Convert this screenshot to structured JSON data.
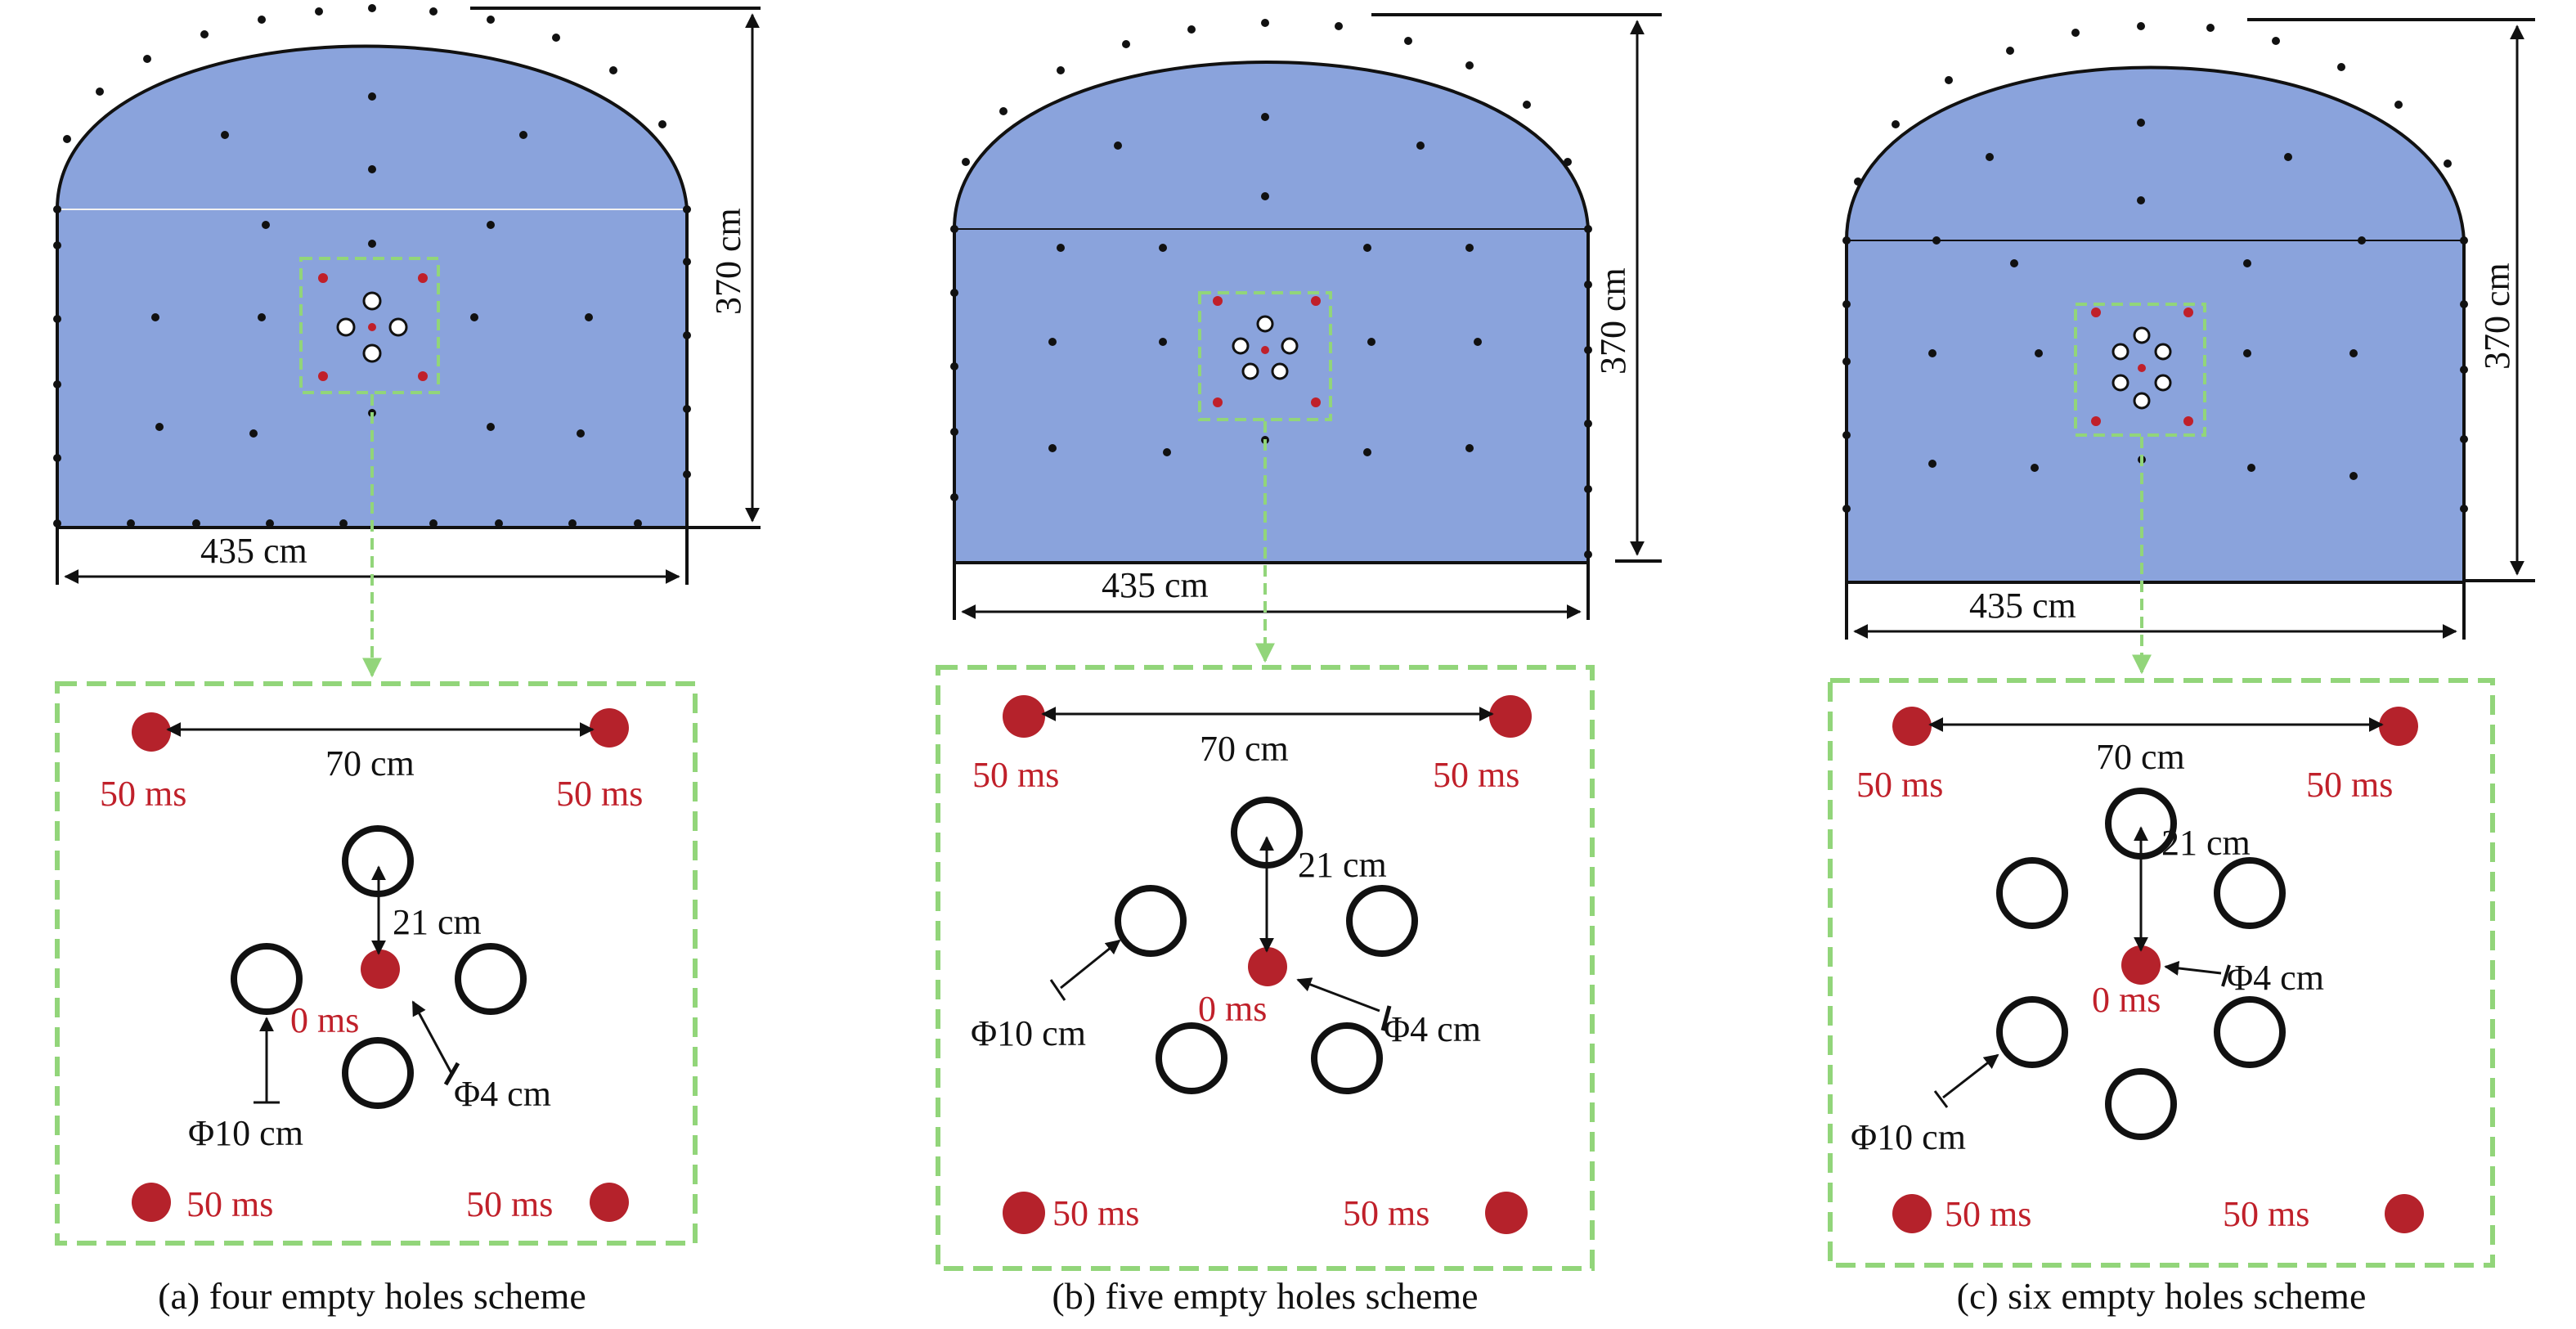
{
  "colors": {
    "tunnel_fill": "#8aa3dc",
    "outline": "#111111",
    "hole_dot": "#111111",
    "charged_hole": "#b5222b",
    "frame_dash": "#92d57a",
    "label_red": "#c0202a"
  },
  "labels": {
    "height": "370 cm",
    "width": "435 cm",
    "spacing": "70 cm",
    "offset": "21 cm",
    "delay_outer": "50 ms",
    "delay_center": "0 ms",
    "empty_diameter": "Φ10 cm",
    "charged_diameter": "Φ4 cm"
  },
  "panels": [
    {
      "id": "a",
      "caption": "(a) four empty holes scheme",
      "empty_holes": 4
    },
    {
      "id": "b",
      "caption": "(b) five empty holes scheme",
      "empty_holes": 5
    },
    {
      "id": "c",
      "caption": "(c) six empty holes scheme",
      "empty_holes": 6
    }
  ]
}
